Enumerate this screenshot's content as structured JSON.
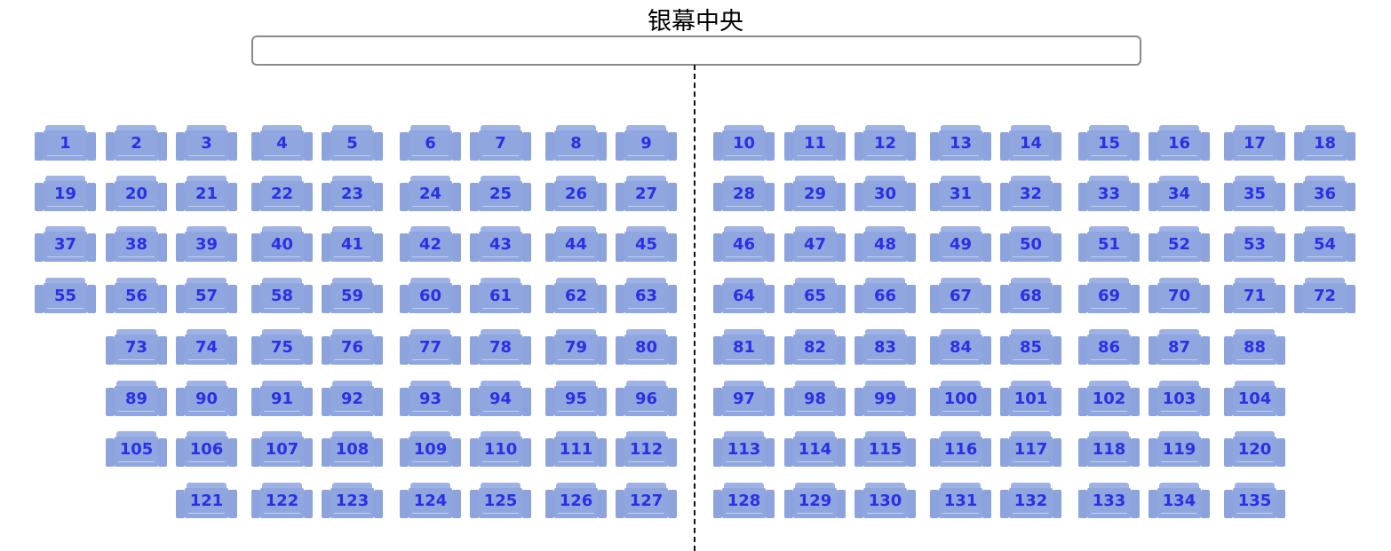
{
  "screen": {
    "title": "银幕中央"
  },
  "colors": {
    "seat_fill": "#8fa6df",
    "seat_number": "#2b2fe8",
    "center_line": "#111111"
  },
  "seat_rows": [
    [
      "1",
      "2",
      "3",
      "4",
      "5",
      "6",
      "7",
      "8",
      "9",
      "10",
      "11",
      "12",
      "13",
      "14",
      "15",
      "16",
      "17",
      "18"
    ],
    [
      "19",
      "20",
      "21",
      "22",
      "23",
      "24",
      "25",
      "26",
      "27",
      "28",
      "29",
      "30",
      "31",
      "32",
      "33",
      "34",
      "35",
      "36"
    ],
    [
      "37",
      "38",
      "39",
      "40",
      "41",
      "42",
      "43",
      "44",
      "45",
      "46",
      "47",
      "48",
      "49",
      "50",
      "51",
      "52",
      "53",
      "54"
    ],
    [
      "55",
      "56",
      "57",
      "58",
      "59",
      "60",
      "61",
      "62",
      "63",
      "64",
      "65",
      "66",
      "67",
      "68",
      "69",
      "70",
      "71",
      "72"
    ],
    [
      "",
      "73",
      "74",
      "75",
      "76",
      "77",
      "78",
      "79",
      "80",
      "81",
      "82",
      "83",
      "84",
      "85",
      "86",
      "87",
      "88",
      ""
    ],
    [
      "",
      "89",
      "90",
      "91",
      "92",
      "93",
      "94",
      "95",
      "96",
      "97",
      "98",
      "99",
      "100",
      "101",
      "102",
      "103",
      "104",
      ""
    ],
    [
      "",
      "105",
      "106",
      "107",
      "108",
      "109",
      "110",
      "111",
      "112",
      "113",
      "114",
      "115",
      "116",
      "117",
      "118",
      "119",
      "120",
      ""
    ],
    [
      "",
      "",
      "121",
      "122",
      "123",
      "124",
      "125",
      "126",
      "127",
      "128",
      "129",
      "130",
      "131",
      "132",
      "133",
      "134",
      "135",
      ""
    ]
  ]
}
